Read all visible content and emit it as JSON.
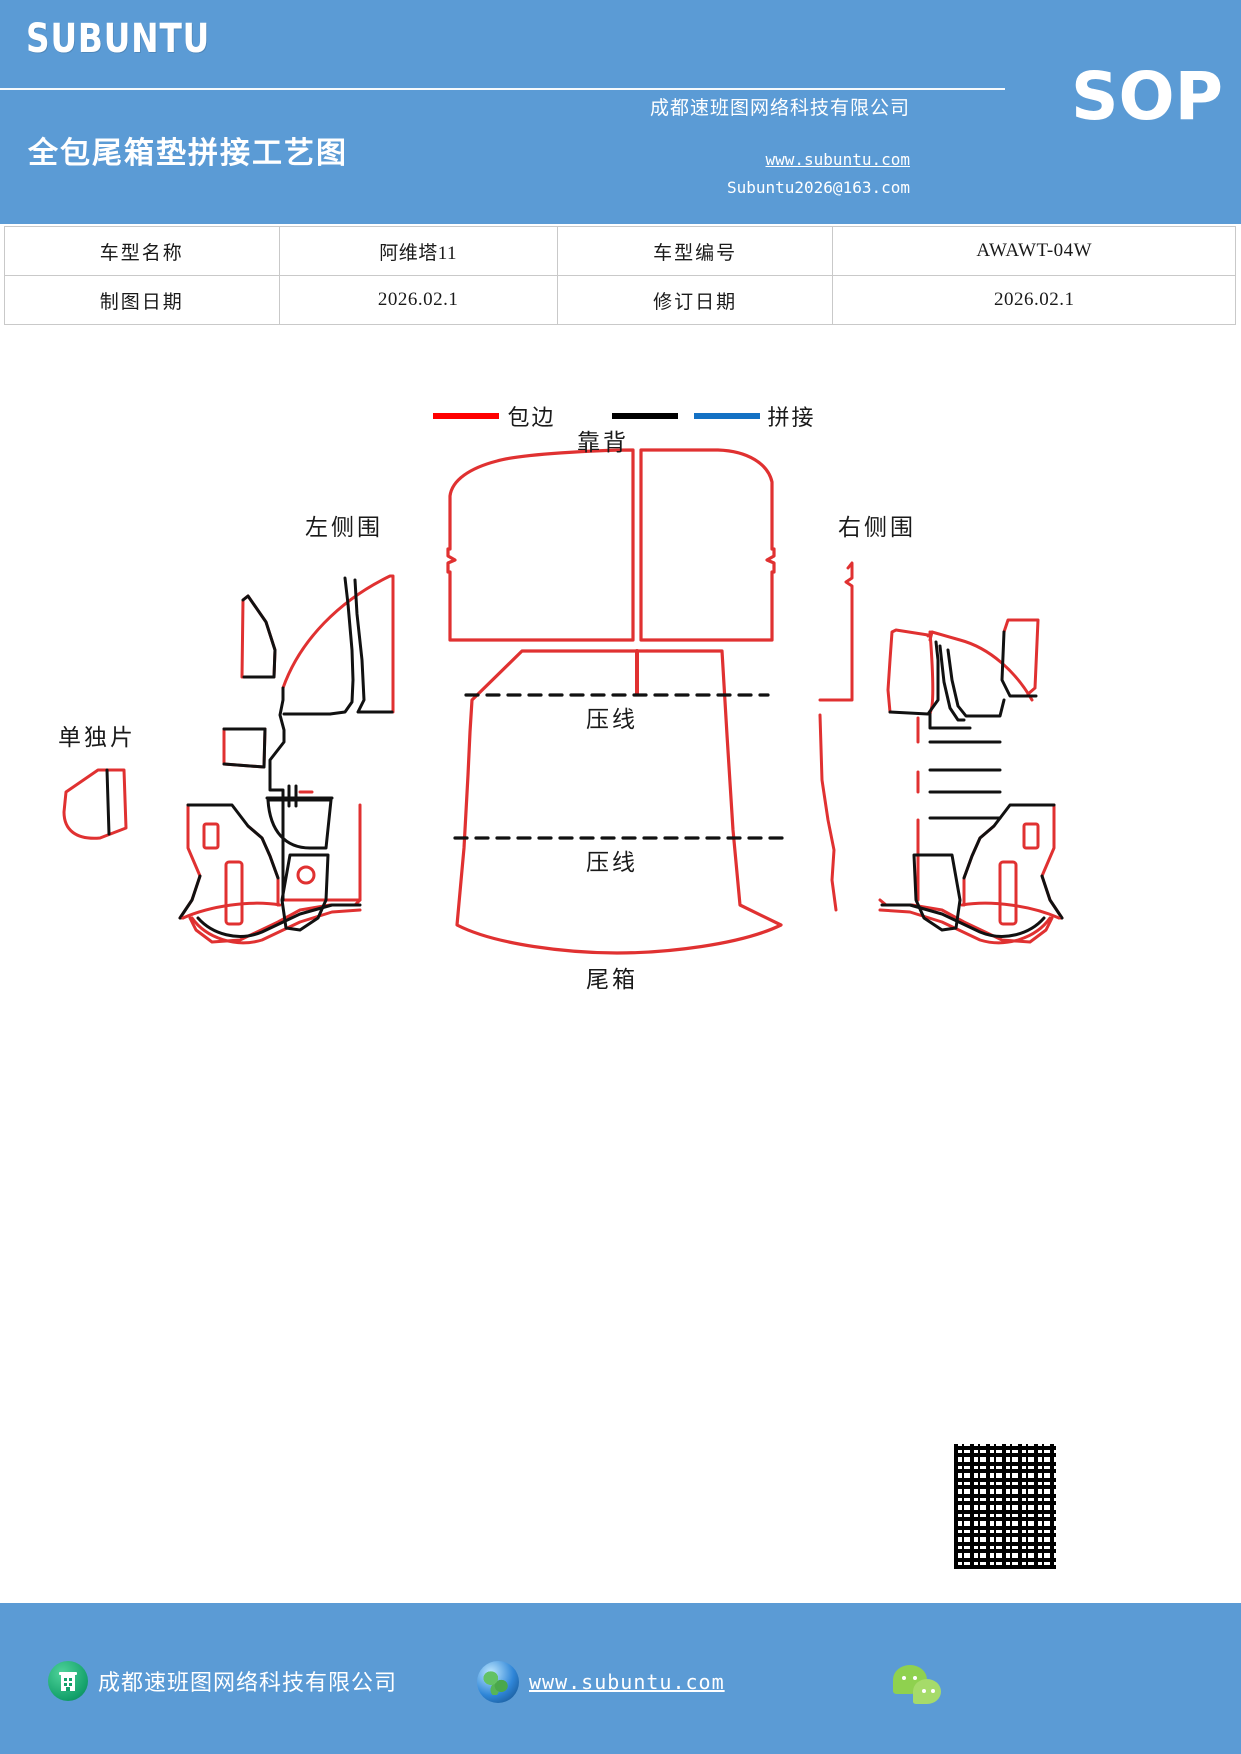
{
  "header": {
    "brand": "SUBUNTU",
    "doc_title": "全包尾箱垫拼接工艺图",
    "company": "成都速班图网络科技有限公司",
    "website": "www.subuntu.com",
    "email": "Subuntu2026@163.com",
    "badge": "SOP",
    "background_color": "#5B9BD5"
  },
  "info_table": {
    "rows": [
      {
        "label1": "车型名称",
        "value1": "阿维塔11",
        "label2": "车型编号",
        "value2": "AWAWT-04W"
      },
      {
        "label1": "制图日期",
        "value1": "2026.02.1",
        "label2": "修订日期",
        "value2": "2026.02.1"
      }
    ]
  },
  "legend": {
    "items": [
      {
        "label": "包边",
        "color": "#FF0000",
        "name": "binding"
      },
      {
        "label": "",
        "color": "#000000",
        "name": "stitch-black"
      },
      {
        "label": "拼接",
        "color": "#1471C4",
        "name": "splice"
      }
    ],
    "binding_label": "包边",
    "splice_label": "拼接"
  },
  "diagram": {
    "labels": {
      "backrest": "靠背",
      "left_side": "左侧围",
      "right_side": "右侧围",
      "single_piece": "单独片",
      "crease_top": "压线",
      "crease_bottom": "压线",
      "trunk": "尾箱"
    },
    "colors": {
      "binding_red": "#E03131",
      "cut_black": "#111111",
      "splice_blue": "#1471C4"
    }
  },
  "footer": {
    "company": "成都速班图网络科技有限公司",
    "website": "www.subuntu.com",
    "background_color": "#5B9BD5"
  }
}
